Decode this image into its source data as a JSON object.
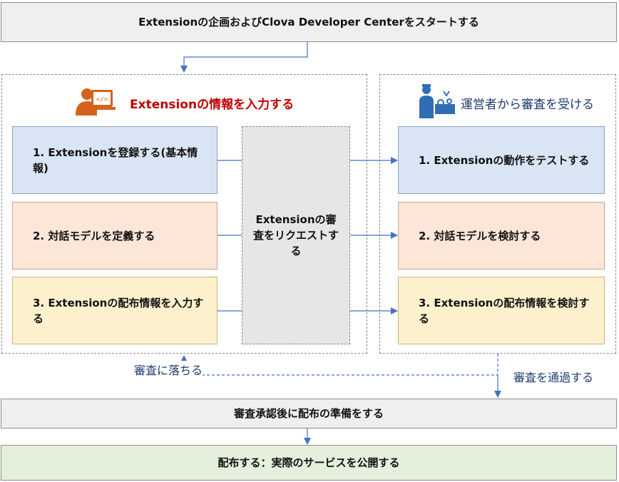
{
  "top_box": "Extensionの企画およびClova Developer Centerをスタートする",
  "left_panel": {
    "title": "Extensionの情報を入力する",
    "steps": [
      "1. Extensionを登録する(基本情報)",
      "2. 対話モデルを定義する",
      "3. Extensionの配布情報を入力する"
    ]
  },
  "middle_box": "Extensionの審査をリクエストする",
  "right_panel": {
    "title": "運営者から審査を受ける",
    "steps": [
      "1. Extensionの動作をテストする",
      "2. 対話モデルを検討する",
      "3. Extensionの配布情報を検討する"
    ]
  },
  "reject_label": "審査に落ちる",
  "pass_label": "審査を通過する",
  "prep_box": "審査承認後に配布の準備をする",
  "final_box": "配布する：実際のサービスを公開する",
  "colors": {
    "arrow": "#4472c4",
    "title_red": "#c00000",
    "title_blue": "#1f3a6e",
    "icon_orange": "#d4631b"
  },
  "icons": [
    "developer-icon",
    "operator-icon"
  ]
}
